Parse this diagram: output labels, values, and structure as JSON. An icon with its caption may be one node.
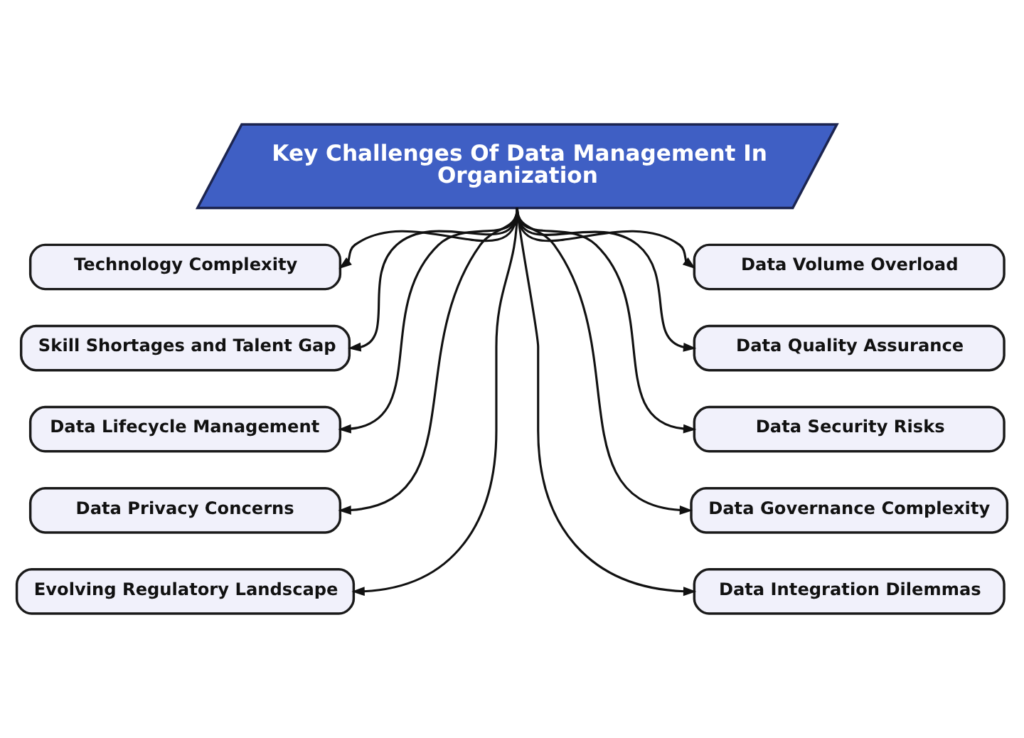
{
  "diagram": {
    "nodes": [
      {
        "text": [
          "Key Challenges Of Data Management In Organization"
        ]
      },
      {
        "text": [
          "Technology Complexity"
        ]
      },
      {
        "text": [
          "Data Volume Overload"
        ]
      },
      {
        "text": [
          "Skill Shortages and Talent Gap"
        ]
      },
      {
        "text": [
          "Data Quality Assurance"
        ]
      },
      {
        "text": [
          "Data Lifecycle Management"
        ]
      },
      {
        "text": [
          "Data Security Risks"
        ]
      },
      {
        "text": [
          "Data Privacy Concerns"
        ]
      },
      {
        "text": [
          "Data Governance Complexity"
        ]
      },
      {
        "text": [
          "Evolving Regulatory Landscape"
        ]
      },
      {
        "text": [
          "Data Integration Dilemmas"
        ]
      }
    ],
    "edges": [
      {
        "from": 0,
        "to": 1,
        "arrow": "to"
      },
      {
        "from": 0,
        "to": 3,
        "arrow": "to"
      },
      {
        "from": 0,
        "to": 5,
        "arrow": "to"
      },
      {
        "from": 0,
        "to": 7,
        "arrow": "to"
      },
      {
        "from": 0,
        "to": 9,
        "arrow": "to"
      },
      {
        "from": 0,
        "to": 10,
        "arrow": "to"
      },
      {
        "from": 0,
        "to": 8,
        "arrow": "to"
      },
      {
        "from": 0,
        "to": 6,
        "arrow": "to"
      },
      {
        "from": 0,
        "to": 4,
        "arrow": "to"
      },
      {
        "from": 0,
        "to": 2,
        "arrow": "to"
      }
    ]
  }
}
